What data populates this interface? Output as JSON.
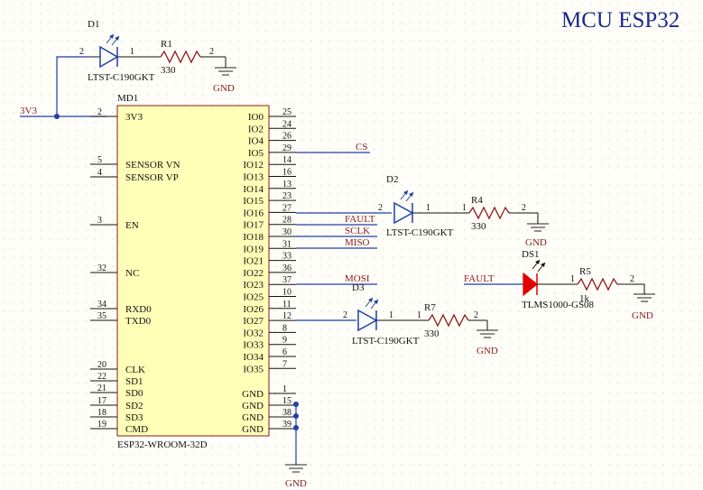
{
  "title": "MCU ESP32",
  "colors": {
    "wire": "#1f3fa8",
    "chip": "#ffffb8",
    "net": "#8b1a1a",
    "label": "#1a2a8c",
    "led_fault": "#e00000",
    "led_status": "#1f3fa8"
  },
  "module": {
    "designator": "MD1",
    "part": "ESP32-WROOM-32D",
    "left_pins": [
      {
        "name": "3V3",
        "num": "2"
      },
      {
        "name": "SENSOR VN",
        "num": "5"
      },
      {
        "name": "SENSOR VP",
        "num": "4"
      },
      {
        "name": "EN",
        "num": "3"
      },
      {
        "name": "NC",
        "num": "32"
      },
      {
        "name": "RXD0",
        "num": "34"
      },
      {
        "name": "TXD0",
        "num": "35"
      },
      {
        "name": "CLK",
        "num": "20"
      },
      {
        "name": "SD1",
        "num": "22"
      },
      {
        "name": "SD0",
        "num": "21"
      },
      {
        "name": "SD2",
        "num": "17"
      },
      {
        "name": "SD3",
        "num": "18"
      },
      {
        "name": "CMD",
        "num": "19"
      }
    ],
    "right_pins": [
      {
        "name": "IO0",
        "num": "25"
      },
      {
        "name": "IO2",
        "num": "24"
      },
      {
        "name": "IO4",
        "num": "26"
      },
      {
        "name": "IO5",
        "num": "29"
      },
      {
        "name": "IO12",
        "num": "14"
      },
      {
        "name": "IO13",
        "num": "16"
      },
      {
        "name": "IO14",
        "num": "13"
      },
      {
        "name": "IO15",
        "num": "23"
      },
      {
        "name": "IO16",
        "num": "27"
      },
      {
        "name": "IO17",
        "num": "28"
      },
      {
        "name": "IO18",
        "num": "30"
      },
      {
        "name": "IO19",
        "num": "31"
      },
      {
        "name": "IO21",
        "num": "33"
      },
      {
        "name": "IO22",
        "num": "36"
      },
      {
        "name": "IO23",
        "num": "37"
      },
      {
        "name": "IO25",
        "num": "10"
      },
      {
        "name": "IO26",
        "num": "11"
      },
      {
        "name": "IO27",
        "num": "12"
      },
      {
        "name": "IO32",
        "num": "8"
      },
      {
        "name": "IO33",
        "num": "9"
      },
      {
        "name": "IO34",
        "num": "6"
      },
      {
        "name": "IO35",
        "num": "7"
      }
    ],
    "gnd_pins": [
      {
        "name": "GND",
        "num": "1"
      },
      {
        "name": "GND",
        "num": "15"
      },
      {
        "name": "GND",
        "num": "38"
      },
      {
        "name": "GND",
        "num": "39"
      }
    ]
  },
  "nets": {
    "v3": "3V3",
    "cs": "CS",
    "fault": "FAULT",
    "sclk": "SCLK",
    "miso": "MISO",
    "mosi": "MOSI",
    "fault2": "FAULT",
    "gnd": "GND"
  },
  "parts": {
    "d1": {
      "ref": "D1",
      "value": "LTST-C190GKT",
      "pin_a": "2",
      "pin_k": "1"
    },
    "r1": {
      "ref": "R1",
      "value": "330",
      "pin_a": "1",
      "pin_b": "2"
    },
    "d2": {
      "ref": "D2",
      "value": "LTST-C190GKT",
      "pin_a": "2",
      "pin_k": "1"
    },
    "r4": {
      "ref": "R4",
      "value": "330",
      "pin_a": "1",
      "pin_b": "2"
    },
    "d3": {
      "ref": "D3",
      "value": "LTST-C190GKT",
      "pin_a": "2",
      "pin_k": "1"
    },
    "r7": {
      "ref": "R7",
      "value": "330",
      "pin_a": "1",
      "pin_b": "2"
    },
    "ds1": {
      "ref": "DS1",
      "value": "TLMS1000-GS08"
    },
    "r5": {
      "ref": "R5",
      "value": "1k",
      "pin_a": "1",
      "pin_b": "2"
    }
  }
}
